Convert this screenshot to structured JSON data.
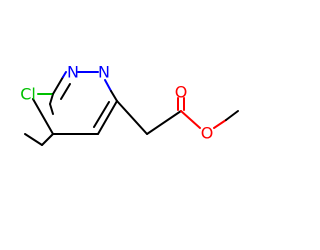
{
  "molecule": {
    "atoms": [
      {
        "id": "cl",
        "label": "Cl",
        "color": "#00c000"
      },
      {
        "id": "n1",
        "label": "N",
        "color": "#0000ff"
      },
      {
        "id": "n2",
        "label": "N",
        "color": "#0000ff"
      },
      {
        "id": "o_carbonyl",
        "label": "O",
        "color": "#ff0000"
      },
      {
        "id": "o_ester",
        "label": "O",
        "color": "#ff0000"
      }
    ]
  }
}
